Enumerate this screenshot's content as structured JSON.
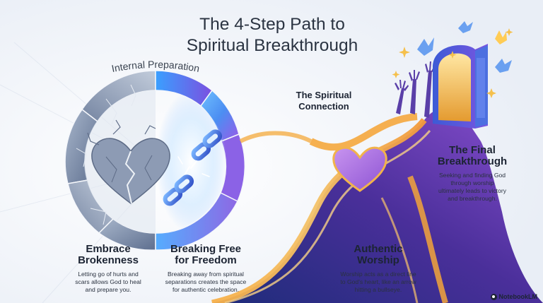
{
  "title": {
    "line1": "The 4-Step Path to",
    "line2": "Spiritual Breakthrough"
  },
  "arc_label": "Internal Preparation",
  "connection_label": {
    "line1": "The Spiritual",
    "line2": "Connection"
  },
  "steps": [
    {
      "title_line1": "Embrace",
      "title_line2": "Brokenness",
      "body": [
        "Letting go of hurts and",
        "scars allows God to heal",
        "and prepare you."
      ]
    },
    {
      "title_line1": "Breaking Free",
      "title_line2": "for Freedom",
      "body": [
        "Breaking away from spiritual",
        "separations creates the space",
        "for authentic celebration."
      ]
    },
    {
      "title_line1": "Authentic",
      "title_line2": "Worship",
      "body": [
        "Worship acts as a direct line",
        "to God's heart, like an arrow",
        "hitting a bullseye."
      ]
    },
    {
      "title_line1": "The Final",
      "title_line2": "Breakthrough",
      "body": [
        "Seeking and finding God",
        "through worship",
        "ultimately leads to victory",
        "and breakthrough."
      ]
    }
  ],
  "brand": "NotebookLM",
  "colors": {
    "title": "#2b3442",
    "stone": "#7d8ea8",
    "stone_dark": "#56678a",
    "blue": "#3d8ff0",
    "violet": "#8a52e6",
    "path_purple": "#3f2b8f",
    "gold": "#f1a43a",
    "heart": "#b681e0",
    "door_gold": "#e8b23f"
  },
  "icons": [
    "broken-heart-icon",
    "broken-chain-icon",
    "heart-icon",
    "raised-hands-icon",
    "dove-icon",
    "open-door-icon",
    "sparkle-icon",
    "notebooklm-logo-icon"
  ]
}
